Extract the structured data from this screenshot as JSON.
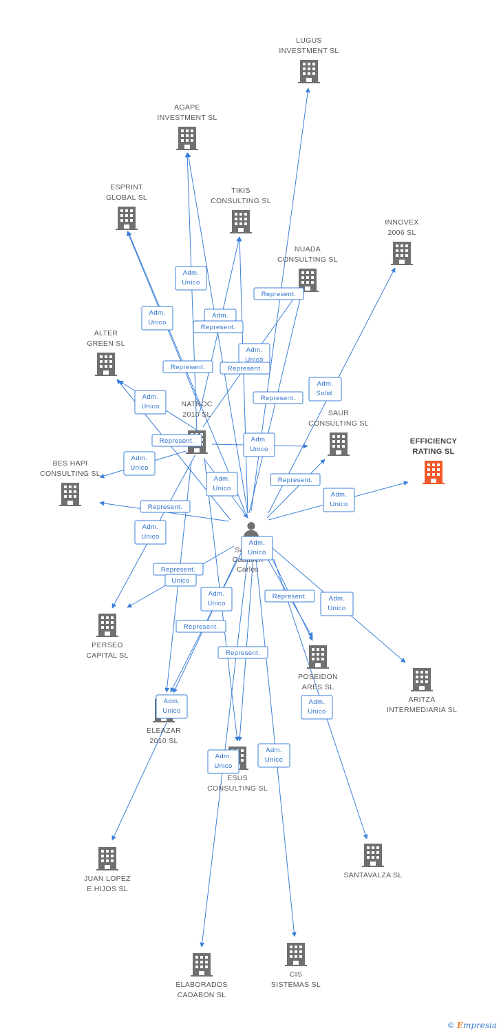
{
  "colors": {
    "edge": "#3b7fd8",
    "building": "#707070",
    "focus_building": "#f05a28",
    "person": "#707070"
  },
  "center_person": {
    "lines": [
      "Sa",
      "Cadaben",
      "Carlos"
    ],
    "icon": "person-icon"
  },
  "nodes": [
    {
      "id": "lugus",
      "lines": [
        "LUGUS",
        "INVESTMENT SL"
      ],
      "icon": "building-icon"
    },
    {
      "id": "agape",
      "lines": [
        "AGAPE",
        "INVESTMENT SL"
      ],
      "icon": "building-icon"
    },
    {
      "id": "esprint",
      "lines": [
        "ESPRINT",
        "GLOBAL SL"
      ],
      "icon": "building-icon"
    },
    {
      "id": "tikis",
      "lines": [
        "TIKIS",
        "CONSULTING SL"
      ],
      "icon": "building-icon"
    },
    {
      "id": "innovex",
      "lines": [
        "INNOVEX",
        "2006 SL"
      ],
      "icon": "building-icon"
    },
    {
      "id": "nuada",
      "lines": [
        "NUADA",
        "CONSULTING SL"
      ],
      "icon": "building-icon"
    },
    {
      "id": "alter",
      "lines": [
        "ALTER",
        "GREEN SL"
      ],
      "icon": "building-icon"
    },
    {
      "id": "natroc",
      "lines": [
        "NATROC",
        "2010 SL"
      ],
      "icon": "building-icon"
    },
    {
      "id": "saur",
      "lines": [
        "SAUR",
        "CONSULTING SL"
      ],
      "icon": "building-icon"
    },
    {
      "id": "efficiency",
      "lines": [
        "EFFICIENCY",
        "RATING  SL"
      ],
      "icon": "building-icon",
      "focus": true
    },
    {
      "id": "beshapi",
      "lines": [
        "BES HAPI",
        "CONSULTING SL"
      ],
      "icon": "building-icon"
    },
    {
      "id": "perseo",
      "lines": [
        "PERSEO",
        "CAPITAL SL"
      ],
      "icon": "building-icon"
    },
    {
      "id": "poseidon",
      "lines": [
        "POSEIDON",
        "ARES SL"
      ],
      "icon": "building-icon"
    },
    {
      "id": "aritza",
      "lines": [
        "ARITZA",
        "INTERMEDIARIA SL"
      ],
      "icon": "building-icon"
    },
    {
      "id": "eleazar",
      "lines": [
        "ELEAZAR",
        "2010 SL"
      ],
      "icon": "building-icon"
    },
    {
      "id": "esus",
      "lines": [
        "ESUS",
        "CONSULTING SL"
      ],
      "icon": "building-icon"
    },
    {
      "id": "juanlopez",
      "lines": [
        "JUAN LOPEZ",
        "E HIJOS SL"
      ],
      "icon": "building-icon"
    },
    {
      "id": "santavalza",
      "lines": [
        "SANTAVALZA SL"
      ],
      "icon": "building-icon"
    },
    {
      "id": "elaborados",
      "lines": [
        "ELABORADOS",
        "CADABON  SL"
      ],
      "icon": "building-icon"
    },
    {
      "id": "cis",
      "lines": [
        "CIS",
        "SISTEMAS SL"
      ],
      "icon": "building-icon"
    }
  ],
  "edge_labels": [
    [
      "Adm.",
      "Unico"
    ],
    [
      "Adm.",
      "Unico"
    ],
    [
      "Represent."
    ],
    [
      "Adm."
    ],
    [
      "Represent."
    ],
    [
      "Represent."
    ],
    [
      "Adm.",
      "Unico"
    ],
    [
      "Represent."
    ],
    [
      "Adm.",
      "Solid."
    ],
    [
      "Represent."
    ],
    [
      "Adm.",
      "Unico"
    ],
    [
      "Represent."
    ],
    [
      "Adm.",
      "Unico"
    ],
    [
      "Adm.",
      "Unico"
    ],
    [
      "Adm.",
      "Unico"
    ],
    [
      "Represent."
    ],
    [
      "Adm.",
      "Unico"
    ],
    [
      "Represent."
    ],
    [
      "Adm.",
      "Unico"
    ],
    [
      "Adm.",
      "Unico"
    ],
    [
      "Represent."
    ],
    [
      "Unico"
    ],
    [
      "Represent."
    ],
    [
      "Adm.",
      "Unico"
    ],
    [
      "Adm.",
      "Unico"
    ],
    [
      "Represent."
    ],
    [
      "Represent."
    ],
    [
      "Adm.",
      "Unico"
    ],
    [
      "Adm.",
      "Unico"
    ],
    [
      "Adm.",
      "Unico"
    ],
    [
      "Adm.",
      "Unico"
    ],
    [
      "Adm.",
      "Unico"
    ]
  ],
  "footer": {
    "copyright": "©",
    "brand_first": "E",
    "brand_rest": "mpresia"
  }
}
